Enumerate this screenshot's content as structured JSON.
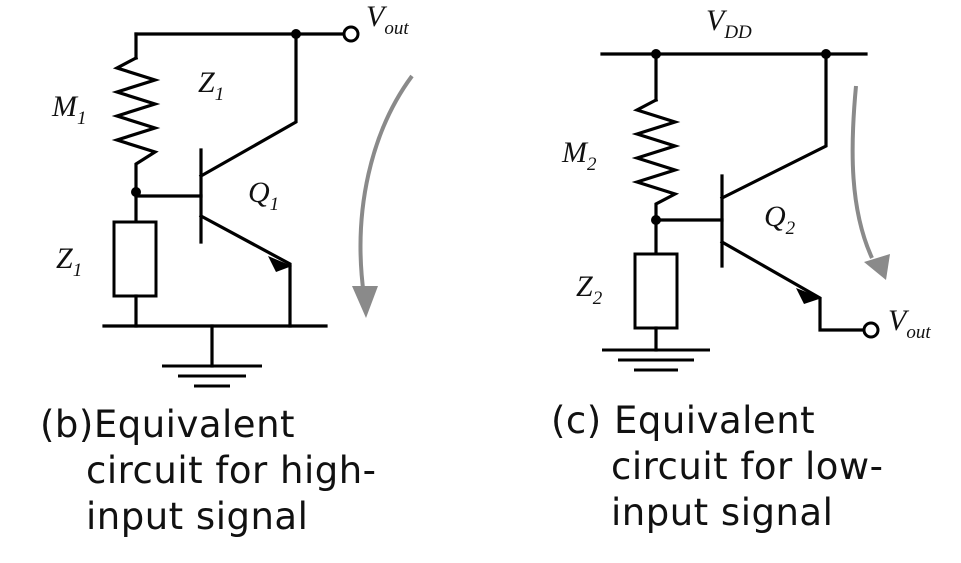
{
  "circuit_b": {
    "labels": {
      "vout": {
        "main": "V",
        "sub": "out"
      },
      "z1_top": {
        "main": "Z",
        "sub": "1"
      },
      "m1": {
        "main": "M",
        "sub": "1"
      },
      "q1": {
        "main": "Q",
        "sub": "1"
      },
      "z1_left": {
        "main": "Z",
        "sub": "1"
      }
    },
    "caption": {
      "prefix": "(b)",
      "line1": "Equivalent",
      "line2": "circuit for high-",
      "line3": "input signal"
    }
  },
  "circuit_c": {
    "labels": {
      "vdd": {
        "main": "V",
        "sub": "DD"
      },
      "m2": {
        "main": "M",
        "sub": "2"
      },
      "q2": {
        "main": "Q",
        "sub": "2"
      },
      "z2": {
        "main": "Z",
        "sub": "2"
      },
      "vout": {
        "main": "V",
        "sub": "out"
      }
    },
    "caption": {
      "prefix": "(c)",
      "line1": "Equivalent",
      "line2": "circuit for low-",
      "line3": "input signal"
    }
  },
  "colors": {
    "wire": "#000000",
    "flow_arrow": "#8a8a8a",
    "background": "#ffffff"
  }
}
